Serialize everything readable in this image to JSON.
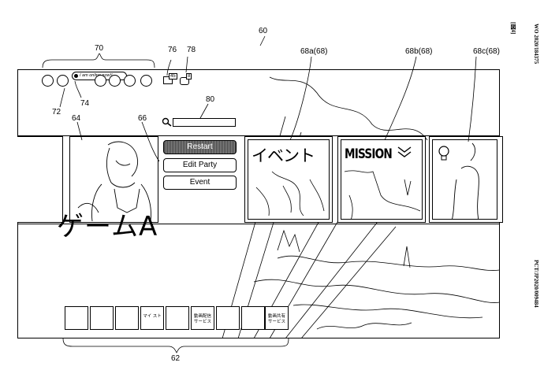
{
  "header": {
    "fig_label": "[図4]",
    "pub_top": "WO 2020/184375",
    "pub_bottom": "PCT/JP2020/009484"
  },
  "refs": {
    "r60": "60",
    "r70": "70",
    "r72": "72",
    "r74": "74",
    "r76": "76",
    "r78": "78",
    "r80": "80",
    "r64": "64",
    "r66": "66",
    "r68a": "68a(68)",
    "r68b": "68b(68)",
    "r68c": "68c(68)",
    "r62": "62"
  },
  "status": {
    "chat_bubble": "I am online now!!",
    "badge_76": "45",
    "badge_78": "8"
  },
  "search": {
    "icon": "search-icon",
    "placeholder": ""
  },
  "game": {
    "title": "ゲームA",
    "menu": [
      "Restart",
      "Edit Party",
      "Event"
    ]
  },
  "tiles": {
    "event_label": "イベント",
    "mission_label": "MISSION",
    "bulb_icon": "lightbulb-icon"
  },
  "thumbs": [
    {
      "label": ""
    },
    {
      "label": ""
    },
    {
      "label": ""
    },
    {
      "label": "マイ\nスト"
    },
    {
      "label": ""
    },
    {
      "label": "動画配信\nサービス"
    },
    {
      "label": ""
    },
    {
      "label": ""
    },
    {
      "label": "動画共有\nサービス"
    }
  ],
  "colors": {
    "ink": "#000000",
    "paper": "#ffffff"
  }
}
